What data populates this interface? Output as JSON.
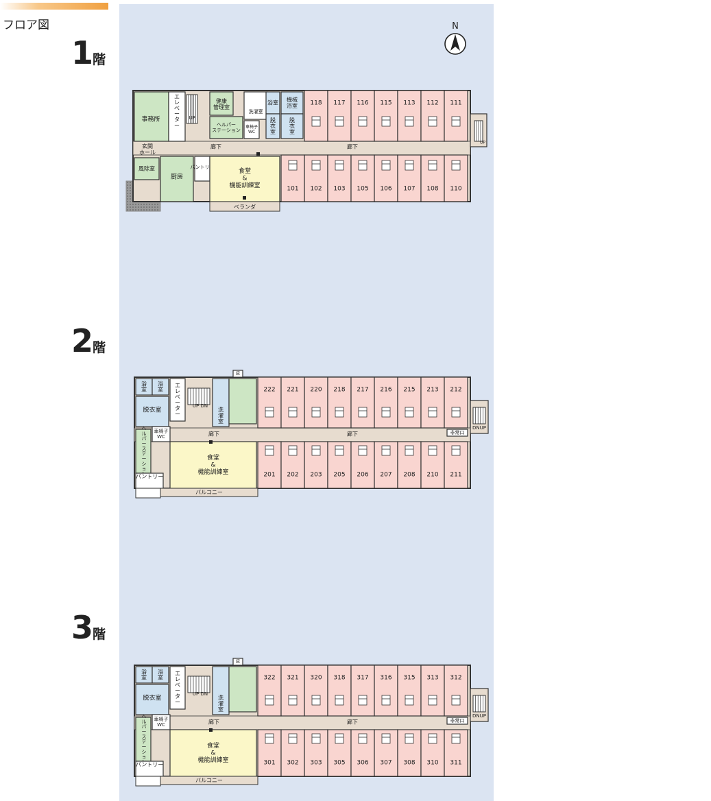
{
  "header": {
    "title": "フロア図"
  },
  "compass": {
    "north": "N"
  },
  "floors": [
    {
      "floor_number": "1",
      "floor_suffix": "階",
      "labels": {
        "office": "事務所",
        "elevator": "エレベーター",
        "stair_up": "UP",
        "health": "健康\n管理室",
        "laundry": "洗濯室",
        "bath": "浴室",
        "machine_bath": "機械\n浴室",
        "undress1": "脱\n衣\n室",
        "undress2": "脱\n衣\n室",
        "helper": "ヘルパー\nステーション",
        "wheelchair_wc": "車椅子\nWC",
        "entrance": "玄関\nホール",
        "windbreak": "風除室",
        "kitchen": "厨房",
        "pantry": "パントリー",
        "dining": "食堂\n&\n機能訓練室",
        "veranda": "ベランダ",
        "corridor_left": "廊下",
        "corridor_right": "廊下",
        "stair_right": "UP"
      },
      "rooms_top": [
        "118",
        "117",
        "116",
        "115",
        "113",
        "112",
        "111"
      ],
      "rooms_bottom": [
        "101",
        "102",
        "103",
        "105",
        "106",
        "107",
        "108",
        "110"
      ]
    },
    {
      "floor_number": "2",
      "floor_suffix": "階",
      "labels": {
        "bath1": "浴\n室",
        "bath2": "浴\n室",
        "undress": "脱衣室",
        "wheelchair_wc": "車椅子\nWC",
        "elevator": "エレベーター",
        "stair": "UP DN",
        "laundry": "洗濯室",
        "helper": "ヘルパー\nステーション",
        "dining": "食堂\n&\n機能訓練室",
        "pantry": "パントリー",
        "balcony": "バルコニー",
        "shed": "庇",
        "corridor_left": "廊下",
        "corridor_right": "廊下",
        "emergency_exit": "非常口",
        "stair_right": "DNUP"
      },
      "rooms_top": [
        "222",
        "221",
        "220",
        "218",
        "217",
        "216",
        "215",
        "213",
        "212"
      ],
      "rooms_bottom": [
        "201",
        "202",
        "203",
        "205",
        "206",
        "207",
        "208",
        "210",
        "211"
      ]
    },
    {
      "floor_number": "3",
      "floor_suffix": "階",
      "labels": {
        "bath1": "浴\n室",
        "bath2": "浴\n室",
        "undress": "脱衣室",
        "wheelchair_wc": "車椅子\nWC",
        "elevator": "エレベーター",
        "stair": "UP DN",
        "laundry": "洗濯室",
        "helper": "ヘルパー\nステーション",
        "dining": "食堂\n&\n機能訓練室",
        "pantry": "パントリー",
        "balcony": "バルコニー",
        "shed": "庇",
        "corridor_left": "廊下",
        "corridor_right": "廊下",
        "emergency_exit": "非常口",
        "stair_right": "DNUP"
      },
      "rooms_top": [
        "322",
        "321",
        "320",
        "318",
        "317",
        "316",
        "315",
        "313",
        "312"
      ],
      "rooms_bottom": [
        "301",
        "302",
        "303",
        "305",
        "306",
        "307",
        "308",
        "310",
        "311"
      ]
    }
  ],
  "colors": {
    "panel": "#dbe4f2",
    "room": "#f9d5d0",
    "green": "#cde6c4",
    "yellow": "#fbf7c8",
    "corridor": "#e7dccf",
    "blue": "#cfe2f1",
    "wall": "#333333"
  }
}
